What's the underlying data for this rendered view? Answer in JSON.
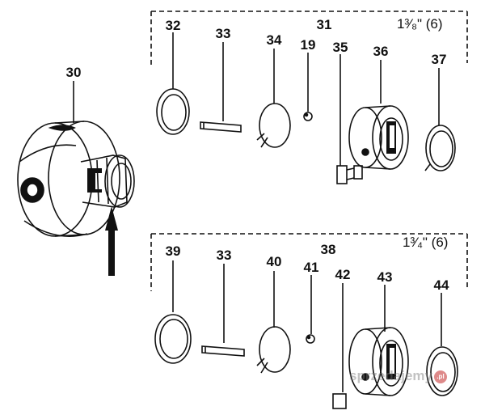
{
  "diagram": {
    "upper_group": {
      "title": "1³⁄₈\" (6)",
      "group_number": "31",
      "parts": [
        "32",
        "33",
        "34",
        "19",
        "35",
        "36",
        "37"
      ]
    },
    "lower_group": {
      "title": "1³⁄₄\" (6)",
      "group_number": "38",
      "parts": [
        "39",
        "33",
        "40",
        "41",
        "42",
        "43",
        "44"
      ]
    },
    "main_part": "30"
  },
  "watermark": {
    "text": "sprzedajemy",
    "suffix": ".pl"
  }
}
